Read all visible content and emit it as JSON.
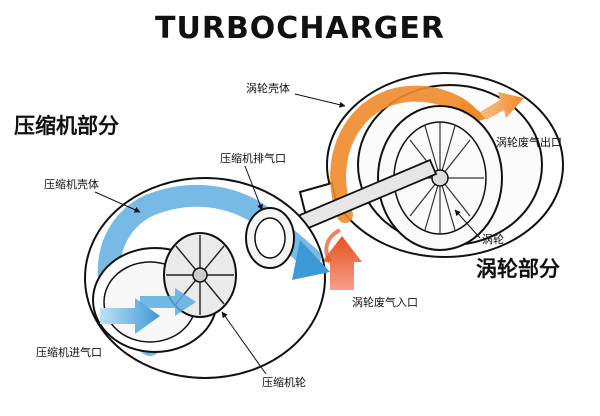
{
  "title": "TURBOCHARGER",
  "sections": {
    "compressor": "压缩机部分",
    "turbine": "涡轮部分"
  },
  "labels": {
    "turbine_housing": "涡轮壳体",
    "turbine_exhaust_outlet": "涡轮废气出口",
    "compressor_outlet": "压缩机排气口",
    "compressor_housing": "压缩机壳体",
    "turbine_wheel": "涡轮",
    "turbine_exhaust_inlet": "涡轮废气入口",
    "compressor_inlet": "压缩机进气口",
    "compressor_wheel": "压缩机轮"
  },
  "colors": {
    "cool_air": "#3d9ad6",
    "hot_exhaust": "#e8501e",
    "exhaust_out": "#f08a2a",
    "outline": "#111111"
  }
}
